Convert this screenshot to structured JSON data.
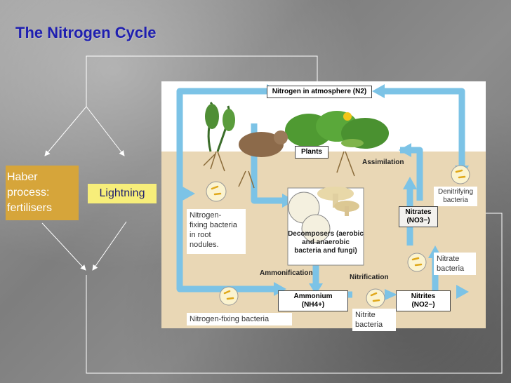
{
  "slide": {
    "title": "The Nitrogen Cycle",
    "haber_box": [
      "Haber",
      "process:",
      "fertilisers"
    ],
    "lightning": "Lightning"
  },
  "diagram": {
    "atmosphere": "Nitrogen in atmosphere (N2)",
    "plants": "Plants",
    "assimilation": "Assimilation",
    "decomposers": [
      "Decomposers (aerobic",
      "and anaerobic",
      "bacteria and fungi)"
    ],
    "nitrates": [
      "Nitrates",
      "(NO3−)"
    ],
    "ammonification": "Ammonification",
    "nitrification": "Nitrification",
    "ammonium": "Ammonium (NH4+)",
    "nitrites": "Nitrites (NO2−)",
    "denitrifying": [
      "Denitrifying",
      "bacteria"
    ],
    "nitrate_bacteria": [
      "Nitrate",
      "bacteria"
    ],
    "nitrite_bacteria": [
      "Nitrite",
      "bacteria"
    ],
    "root_nodule_note": [
      "Nitrogen-",
      "fixing bacteria",
      "in root",
      "nodules."
    ],
    "soil_fixing_note": "Nitrogen-fixing bacteria"
  },
  "colors": {
    "title": "#1f1fb0",
    "haber_fill": "#d6a53a",
    "lightning_fill": "#f7ee7a",
    "arrow_blue": "#7cc3e6",
    "soil": "#e9d7b5",
    "sky": "#ffffff"
  },
  "icons": [
    "plant-illustration",
    "mole-illustration",
    "mushroom-illustration",
    "bacteria-icon"
  ]
}
